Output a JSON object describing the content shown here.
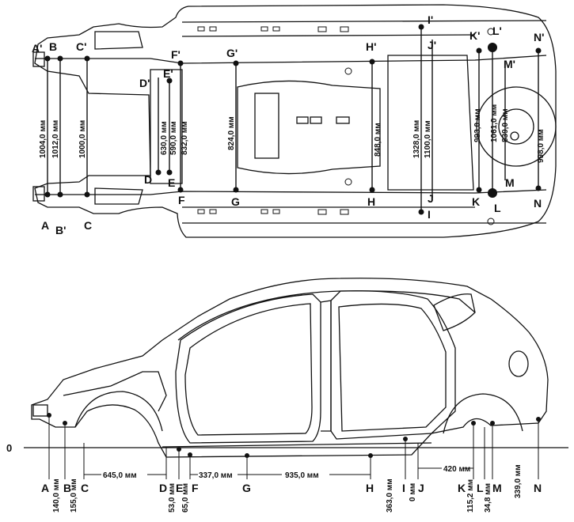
{
  "top_view": {
    "points": [
      {
        "id": "A'",
        "label": "A'"
      },
      {
        "id": "B",
        "label": "B"
      },
      {
        "id": "C'",
        "label": "C'"
      },
      {
        "id": "F'",
        "label": "F'"
      },
      {
        "id": "G'",
        "label": "G'"
      },
      {
        "id": "H'",
        "label": "H'"
      },
      {
        "id": "I'",
        "label": "I'"
      },
      {
        "id": "J'",
        "label": "J'"
      },
      {
        "id": "K'",
        "label": "K'"
      },
      {
        "id": "L'",
        "label": "L'"
      },
      {
        "id": "N'",
        "label": "N'"
      },
      {
        "id": "M'",
        "label": "M'"
      },
      {
        "id": "D'",
        "label": "D'"
      },
      {
        "id": "E'",
        "label": "E'"
      },
      {
        "id": "D",
        "label": "D"
      },
      {
        "id": "E",
        "label": "E"
      },
      {
        "id": "F",
        "label": "F"
      },
      {
        "id": "G",
        "label": "G"
      },
      {
        "id": "H",
        "label": "H"
      },
      {
        "id": "J",
        "label": "J"
      },
      {
        "id": "K",
        "label": "K"
      },
      {
        "id": "L",
        "label": "L"
      },
      {
        "id": "M",
        "label": "M"
      },
      {
        "id": "N",
        "label": "N"
      },
      {
        "id": "I",
        "label": "I"
      },
      {
        "id": "A",
        "label": "A"
      },
      {
        "id": "B'",
        "label": "B'"
      },
      {
        "id": "C",
        "label": "C"
      }
    ],
    "dimensions": [
      {
        "id": "AA",
        "text": "1004,0 мм"
      },
      {
        "id": "BB",
        "text": "1012,0 мм"
      },
      {
        "id": "CC",
        "text": "1000,0 мм"
      },
      {
        "id": "DD",
        "text": "630,0 мм"
      },
      {
        "id": "EE",
        "text": "590,0 мм"
      },
      {
        "id": "FF",
        "text": "832,0 мм"
      },
      {
        "id": "GG",
        "text": "824,0 мм"
      },
      {
        "id": "HH",
        "text": "848,0 мм"
      },
      {
        "id": "II",
        "text": "1328,0 мм"
      },
      {
        "id": "JJ",
        "text": "1100,0 мм"
      },
      {
        "id": "KK",
        "text": "993,0 мм"
      },
      {
        "id": "LL",
        "text": "1061,0 мм"
      },
      {
        "id": "MM",
        "text": "839,0 мм"
      },
      {
        "id": "NN",
        "text": "998,0 мм"
      }
    ]
  },
  "side_view": {
    "zero_label": "0",
    "points": [
      {
        "id": "A",
        "label": "A"
      },
      {
        "id": "B",
        "label": "B"
      },
      {
        "id": "C",
        "label": "C"
      },
      {
        "id": "D",
        "label": "D"
      },
      {
        "id": "E",
        "label": "E"
      },
      {
        "id": "F",
        "label": "F"
      },
      {
        "id": "G",
        "label": "G"
      },
      {
        "id": "H",
        "label": "H"
      },
      {
        "id": "I",
        "label": "I"
      },
      {
        "id": "J",
        "label": "J"
      },
      {
        "id": "K",
        "label": "K"
      },
      {
        "id": "L",
        "label": "L"
      },
      {
        "id": "M",
        "label": "M"
      },
      {
        "id": "N",
        "label": "N"
      }
    ],
    "heights": [
      {
        "id": "A",
        "text": "140,0 мм"
      },
      {
        "id": "B",
        "text": "155,0 мм"
      },
      {
        "id": "D",
        "text": "53,0 мм"
      },
      {
        "id": "E",
        "text": "65,0 мм"
      },
      {
        "id": "I",
        "text": "363,0 мм"
      },
      {
        "id": "J",
        "text": "0 мм"
      },
      {
        "id": "K",
        "text": "115,2 мм"
      },
      {
        "id": "L",
        "text": "34,8 мм"
      },
      {
        "id": "N",
        "text": "339,0 мм"
      }
    ],
    "spacings": [
      {
        "id": "CD",
        "text": "645,0 мм"
      },
      {
        "id": "FG",
        "text": "337,0 мм"
      },
      {
        "id": "GH",
        "text": "935,0 мм"
      },
      {
        "id": "JK",
        "text": "420 мм"
      }
    ]
  }
}
